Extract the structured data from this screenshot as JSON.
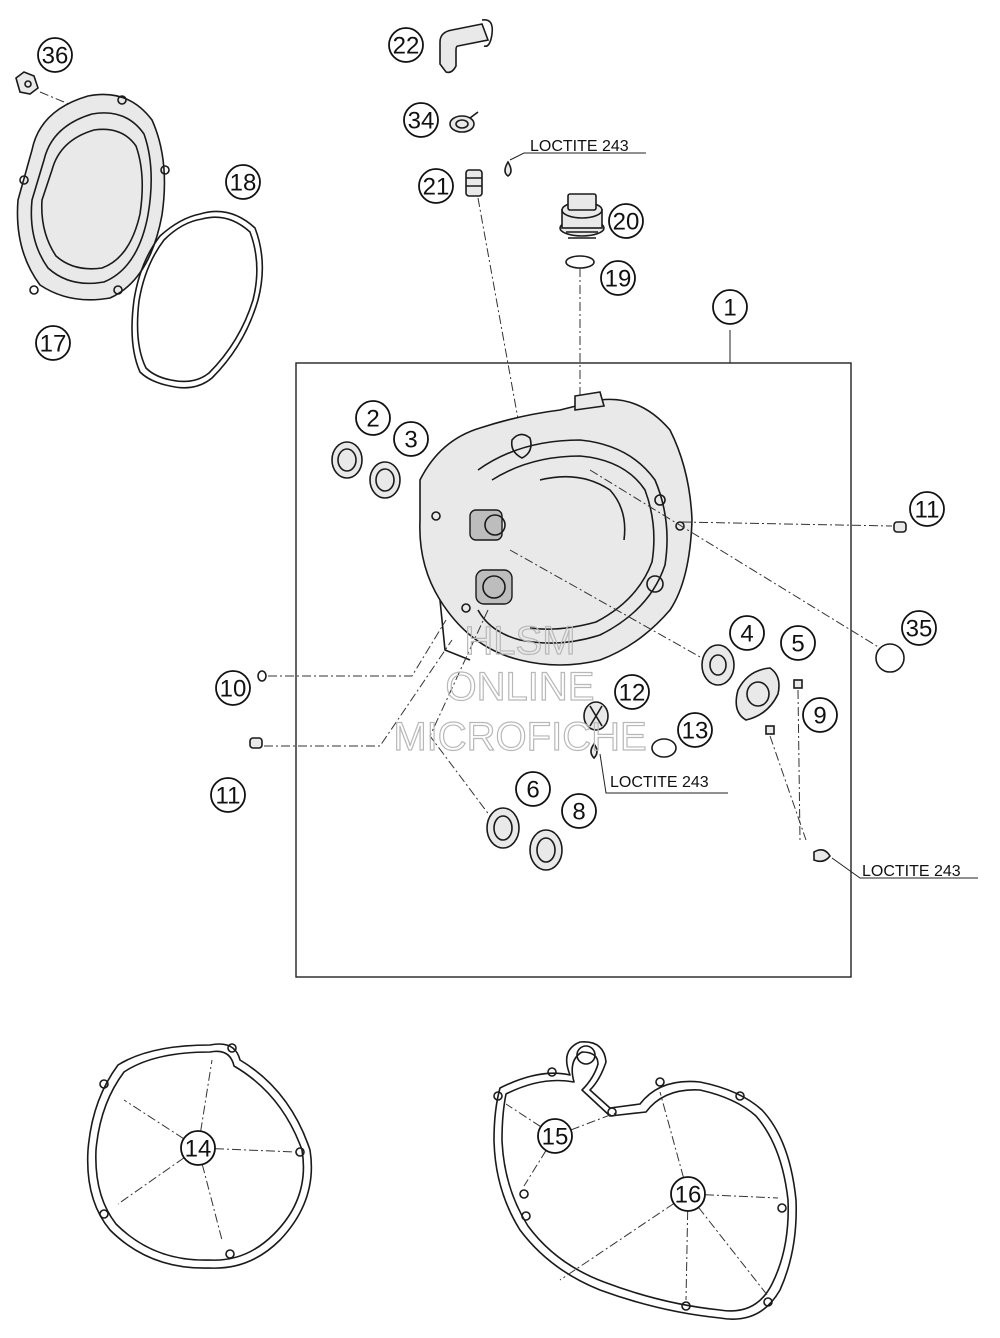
{
  "callouts": [
    "36",
    "22",
    "34",
    "21",
    "20",
    "19",
    "18",
    "17",
    "1",
    "2",
    "3",
    "11",
    "35",
    "4",
    "5",
    "9",
    "10",
    "12",
    "13",
    "11",
    "6",
    "8",
    "14",
    "15",
    "16"
  ],
  "notes": [
    "LOCTITE 243",
    "LOCTITE 243",
    "LOCTITE 243"
  ],
  "watermark": [
    "HLSM",
    "ONLINE",
    "MICROFICHE"
  ],
  "colors": {
    "line": "#1a1a1a",
    "part_fill": "#e9e9e9",
    "watermark": "#b8b8b8"
  }
}
